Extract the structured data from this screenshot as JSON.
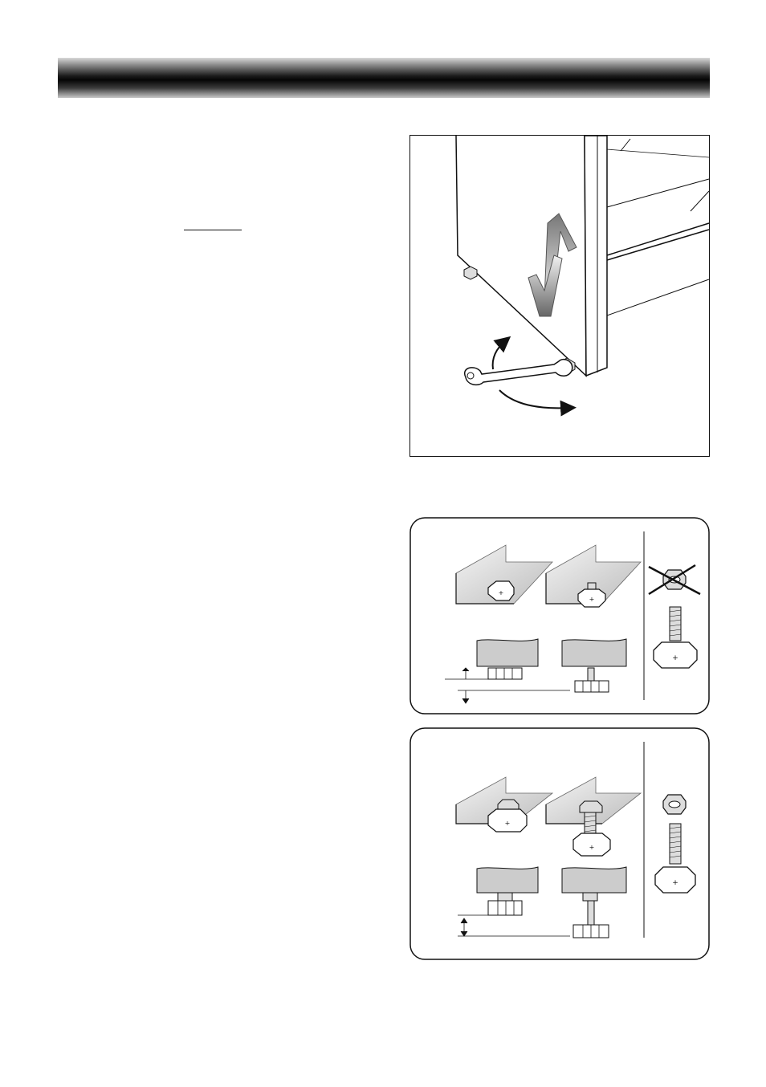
{
  "page": {
    "header_bar_color": "#111111",
    "background": "#ffffff"
  },
  "figures": [
    {
      "name": "leveling-foot-adjustment",
      "icons": [
        "wrench-icon",
        "up-down-arrow-icon",
        "rotation-arrow-icon"
      ]
    },
    {
      "name": "leveling-foot-without-locknut",
      "icons": [
        "cross-out-icon",
        "threaded-foot-icon"
      ]
    },
    {
      "name": "leveling-foot-with-locknut",
      "icons": [
        "locknut-icon",
        "threaded-foot-icon"
      ]
    }
  ]
}
